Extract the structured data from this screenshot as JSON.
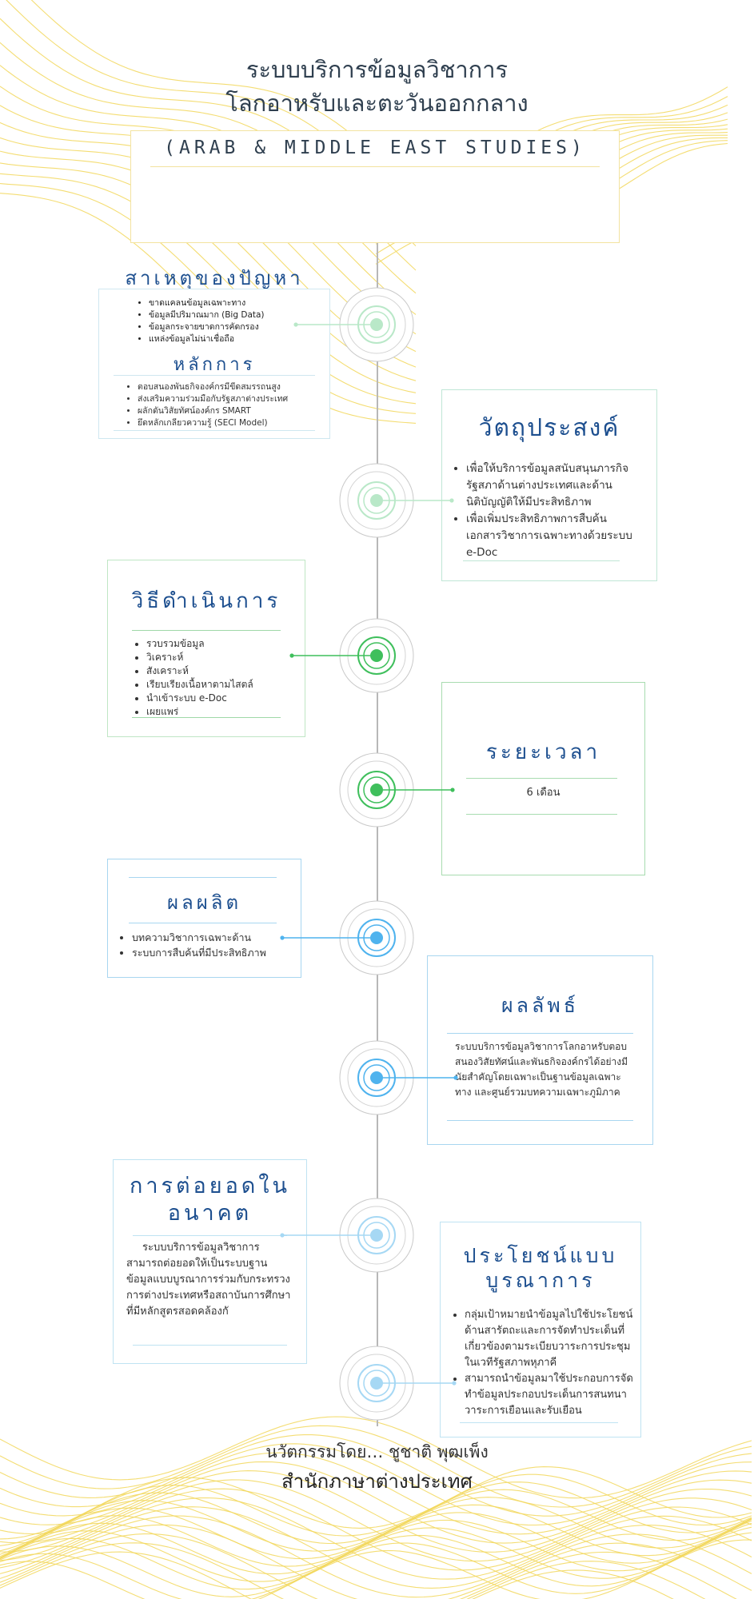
{
  "header": {
    "title_line1": "ระบบบริการข้อมูลวิชาการ",
    "title_line2": "โลกอาหรับและตะวันออกกลาง",
    "subtitle": "(ARAB & MIDDLE EAST STUDIES)"
  },
  "cause": {
    "title": "สาเหตุของปัญหา",
    "items": [
      "ขาดแคลนข้อมูลเฉพาะทาง",
      "ข้อมูลมีปริมาณมาก (Big Data)",
      "ข้อมูลกระจายขาดการคัดกรอง",
      "แหล่งข้อมูลไม่น่าเชื่อถือ"
    ]
  },
  "principle": {
    "title": "หลักการ",
    "items": [
      "ตอบสนองพันธกิจองค์กรมีขีดสมรรถนสูง",
      "ส่งเสริมความร่วมมือกับรัฐสภาต่างประเทศ",
      "ผลักดันวิสัยทัศน์องค์กร SMART",
      "ยึดหลักเกลียวความรู้ (SECI Model)"
    ]
  },
  "objective": {
    "title": "วัตถุประสงค์",
    "items": [
      "เพื่อให้บริการข้อมูลสนับสนุนภารกิจรัฐสภาด้านต่างประเทศและด้านนิติบัญญัติให้มีประสิทธิภาพ",
      " เพื่อเพิ่มประสิทธิภาพการสืบค้นเอกสารวิชาการเฉพาะทางด้วยระบบ e-Doc"
    ]
  },
  "method": {
    "title": "วิธีดำเนินการ",
    "items": [
      "รวบรวมข้อมูล",
      "วิเคราะห์",
      "สังเคราะห์",
      "เรียบเรียงเนื้อหาตามไสตล์",
      "นำเข้าระบบ e-Doc",
      "เผยแพร่"
    ]
  },
  "duration": {
    "title": "ระยะเวลา",
    "value": "6 เดือน"
  },
  "output": {
    "title": "ผลผลิต",
    "items": [
      "บทความวิชาการเฉพาะด้าน",
      "ระบบการสืบค้นที่มีประสิทธิภาพ"
    ]
  },
  "outcome": {
    "title": "ผลลัพธ์",
    "text": "ระบบบริการข้อมูลวิชาการโลกอาหรับตอบสนองวิสัยทัศน์และพันธกิจองค์กรได้อย่างมีนัยสำคัญโดยเฉพาะเป็นฐานข้อมูลเฉพาะทาง และศูนย์รวมบทความเฉพาะภูมิภาค"
  },
  "future": {
    "title_line1": "การต่อยอดใน",
    "title_line2": "อนาคต",
    "text": "ระบบบริการข้อมูลวิชาการสามารถต่อยอดให้เป็นระบบฐานข้อมูลแบบบูรณาการร่วมกับกระทรวงการต่างประเทศหรือสถาบันการศึกษาที่มีหลักสูตรสอดคล้องกั"
  },
  "benefit": {
    "title_line1": "ประโยชน์แบบ",
    "title_line2": "บูรณาการ",
    "items": [
      " กลุ่มเป้าหมายนำข้อมูลไปใช้ประโยชน์ด้านสารัตถะและการจัดทำประเด็นที่เกี่ยวข้องตามระเบียบวาระการประชุมในเวทีรัฐสภาพหุภาคี",
      "   สามารถนำข้อมูลมาใช้ประกอบการจัดทำข้อมูลประกอบประเด็นการสนทนาวาระการเยือนและรับเยือน"
    ]
  },
  "footer": {
    "line1": "นวัตกรรมโดย… ชูชาติ พุฒเพ็ง",
    "line2": "สำนักภาษาต่างประเทศ"
  },
  "colors": {
    "wave": "#f2d75a",
    "heading": "#1d4f8f",
    "node_light_green": "#b9e8c8",
    "node_green": "#3fbf5c",
    "node_blue": "#4fb3ee",
    "node_light_blue": "#a6d8f4"
  }
}
